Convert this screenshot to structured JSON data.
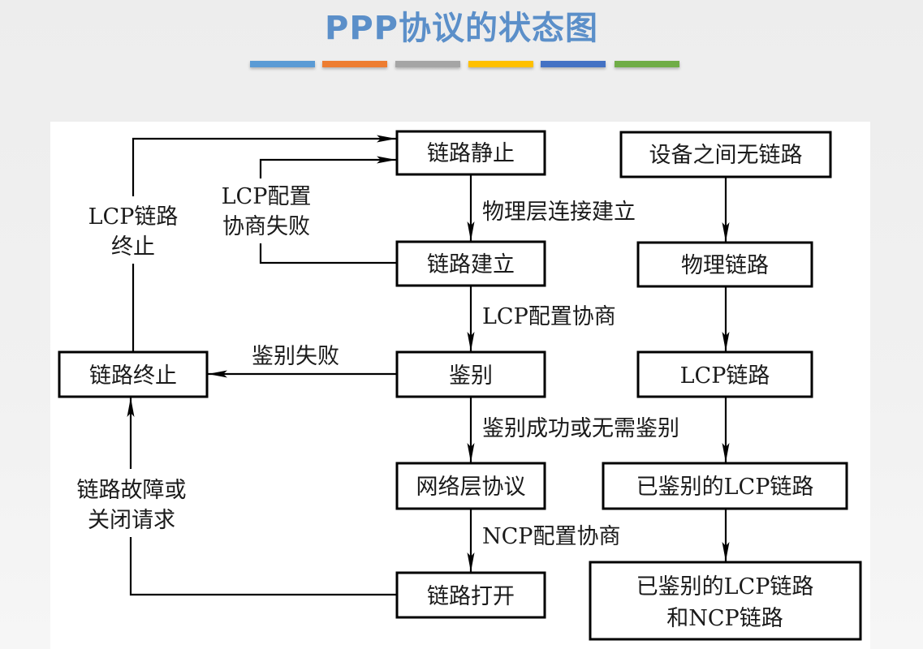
{
  "title": "PPP协议的状态图",
  "accent_bars": [
    "#5b9bd5",
    "#ed7d31",
    "#a5a5a5",
    "#ffc000",
    "#4472c4",
    "#70ad47"
  ],
  "title_color": "#5b8fc9",
  "states": {
    "link_dead": "链路静止",
    "link_establish": "链路建立",
    "authenticate": "鉴别",
    "network_protocol": "网络层协议",
    "link_open": "链路打开",
    "link_terminate": "链路终止",
    "no_link": "设备之间无链路",
    "physical_link": "物理链路",
    "lcp_link": "LCP链路",
    "auth_lcp_link": "已鉴别的LCP链路",
    "auth_lcp_ncp_link_line1": "已鉴别的LCP链路",
    "auth_lcp_ncp_link_line2": "和NCP链路"
  },
  "transitions": {
    "physical_up": "物理层连接建立",
    "lcp_negotiate": "LCP配置协商",
    "auth_fail": "鉴别失败",
    "auth_success": "鉴别成功或无需鉴别",
    "ncp_negotiate": "NCP配置协商",
    "lcp_fail_line1": "LCP配置",
    "lcp_fail_line2": "协商失败",
    "lcp_terminate_line1": "LCP链路",
    "lcp_terminate_line2": "终止",
    "link_fail_line1": "链路故障或",
    "link_fail_line2": "关闭请求"
  }
}
